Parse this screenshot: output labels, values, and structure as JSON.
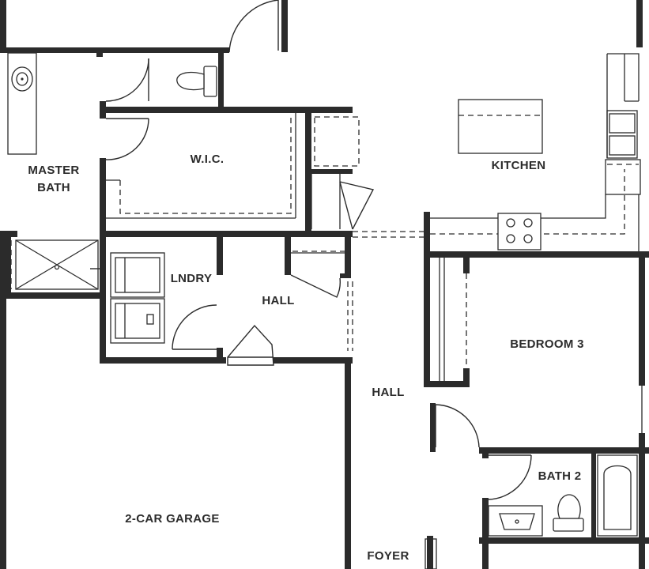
{
  "plan": {
    "rooms": {
      "master_bath_line1": "MASTER",
      "master_bath_line2": "BATH",
      "wic": "W.I.C.",
      "kitchen": "KITCHEN",
      "laundry": "LNDRY",
      "hall_upper": "HALL",
      "bedroom3": "BEDROOM 3",
      "hall_center": "HALL",
      "bath2": "BATH 2",
      "garage": "2-CAR GARAGE",
      "foyer": "FOYER"
    },
    "colors": {
      "wall": "#2b2b2b",
      "background": "#ffffff"
    }
  }
}
